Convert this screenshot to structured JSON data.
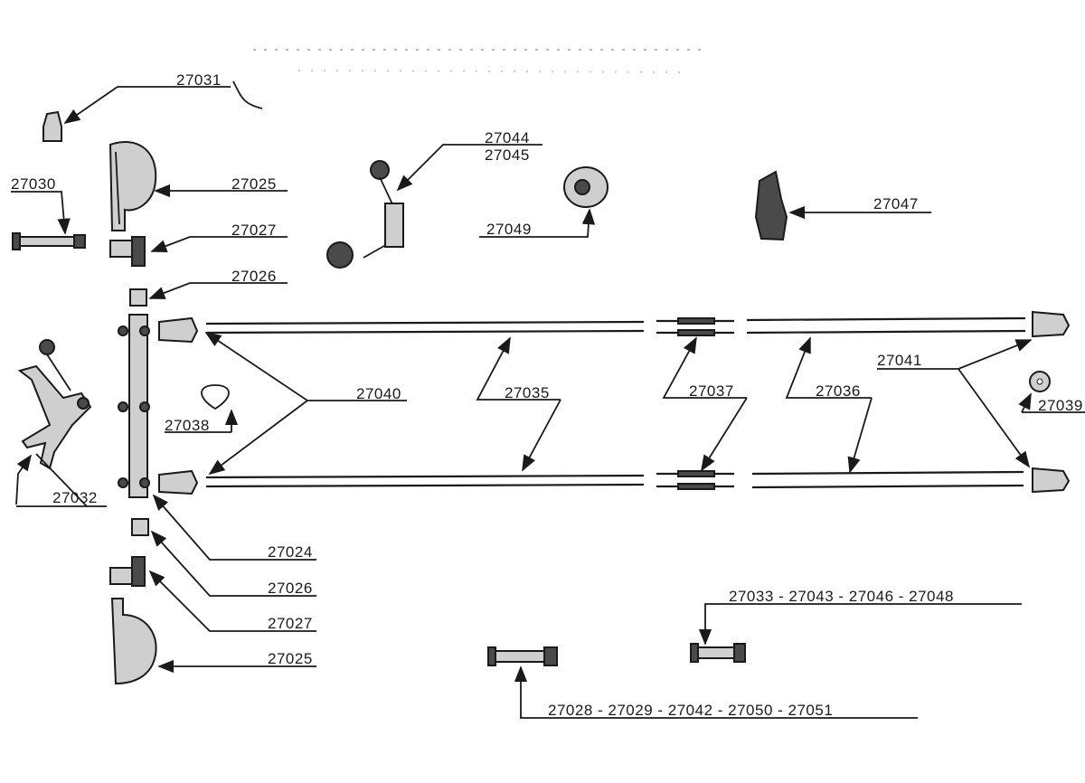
{
  "diagram": {
    "labels": {
      "p27031": "27031",
      "p27030": "27030",
      "p27025_top": "27025",
      "p27027_top": "27027",
      "p27026_top": "27026",
      "p27044": "27044",
      "p27045": "27045",
      "p27049": "27049",
      "p27047": "27047",
      "p27040": "27040",
      "p27035": "27035",
      "p27037": "27037",
      "p27036": "27036",
      "p27041": "27041",
      "p27039": "27039",
      "p27038": "27038",
      "p27032": "27032",
      "p27024": "27024",
      "p27026_bot": "27026",
      "p27027_bot": "27027",
      "p27025_bot": "27025",
      "bolt_group_a": "27033 - 27043 - 27046 - 27048",
      "bolt_group_b": "27028 - 27029 - 27042 - 27050 - 27051"
    }
  }
}
